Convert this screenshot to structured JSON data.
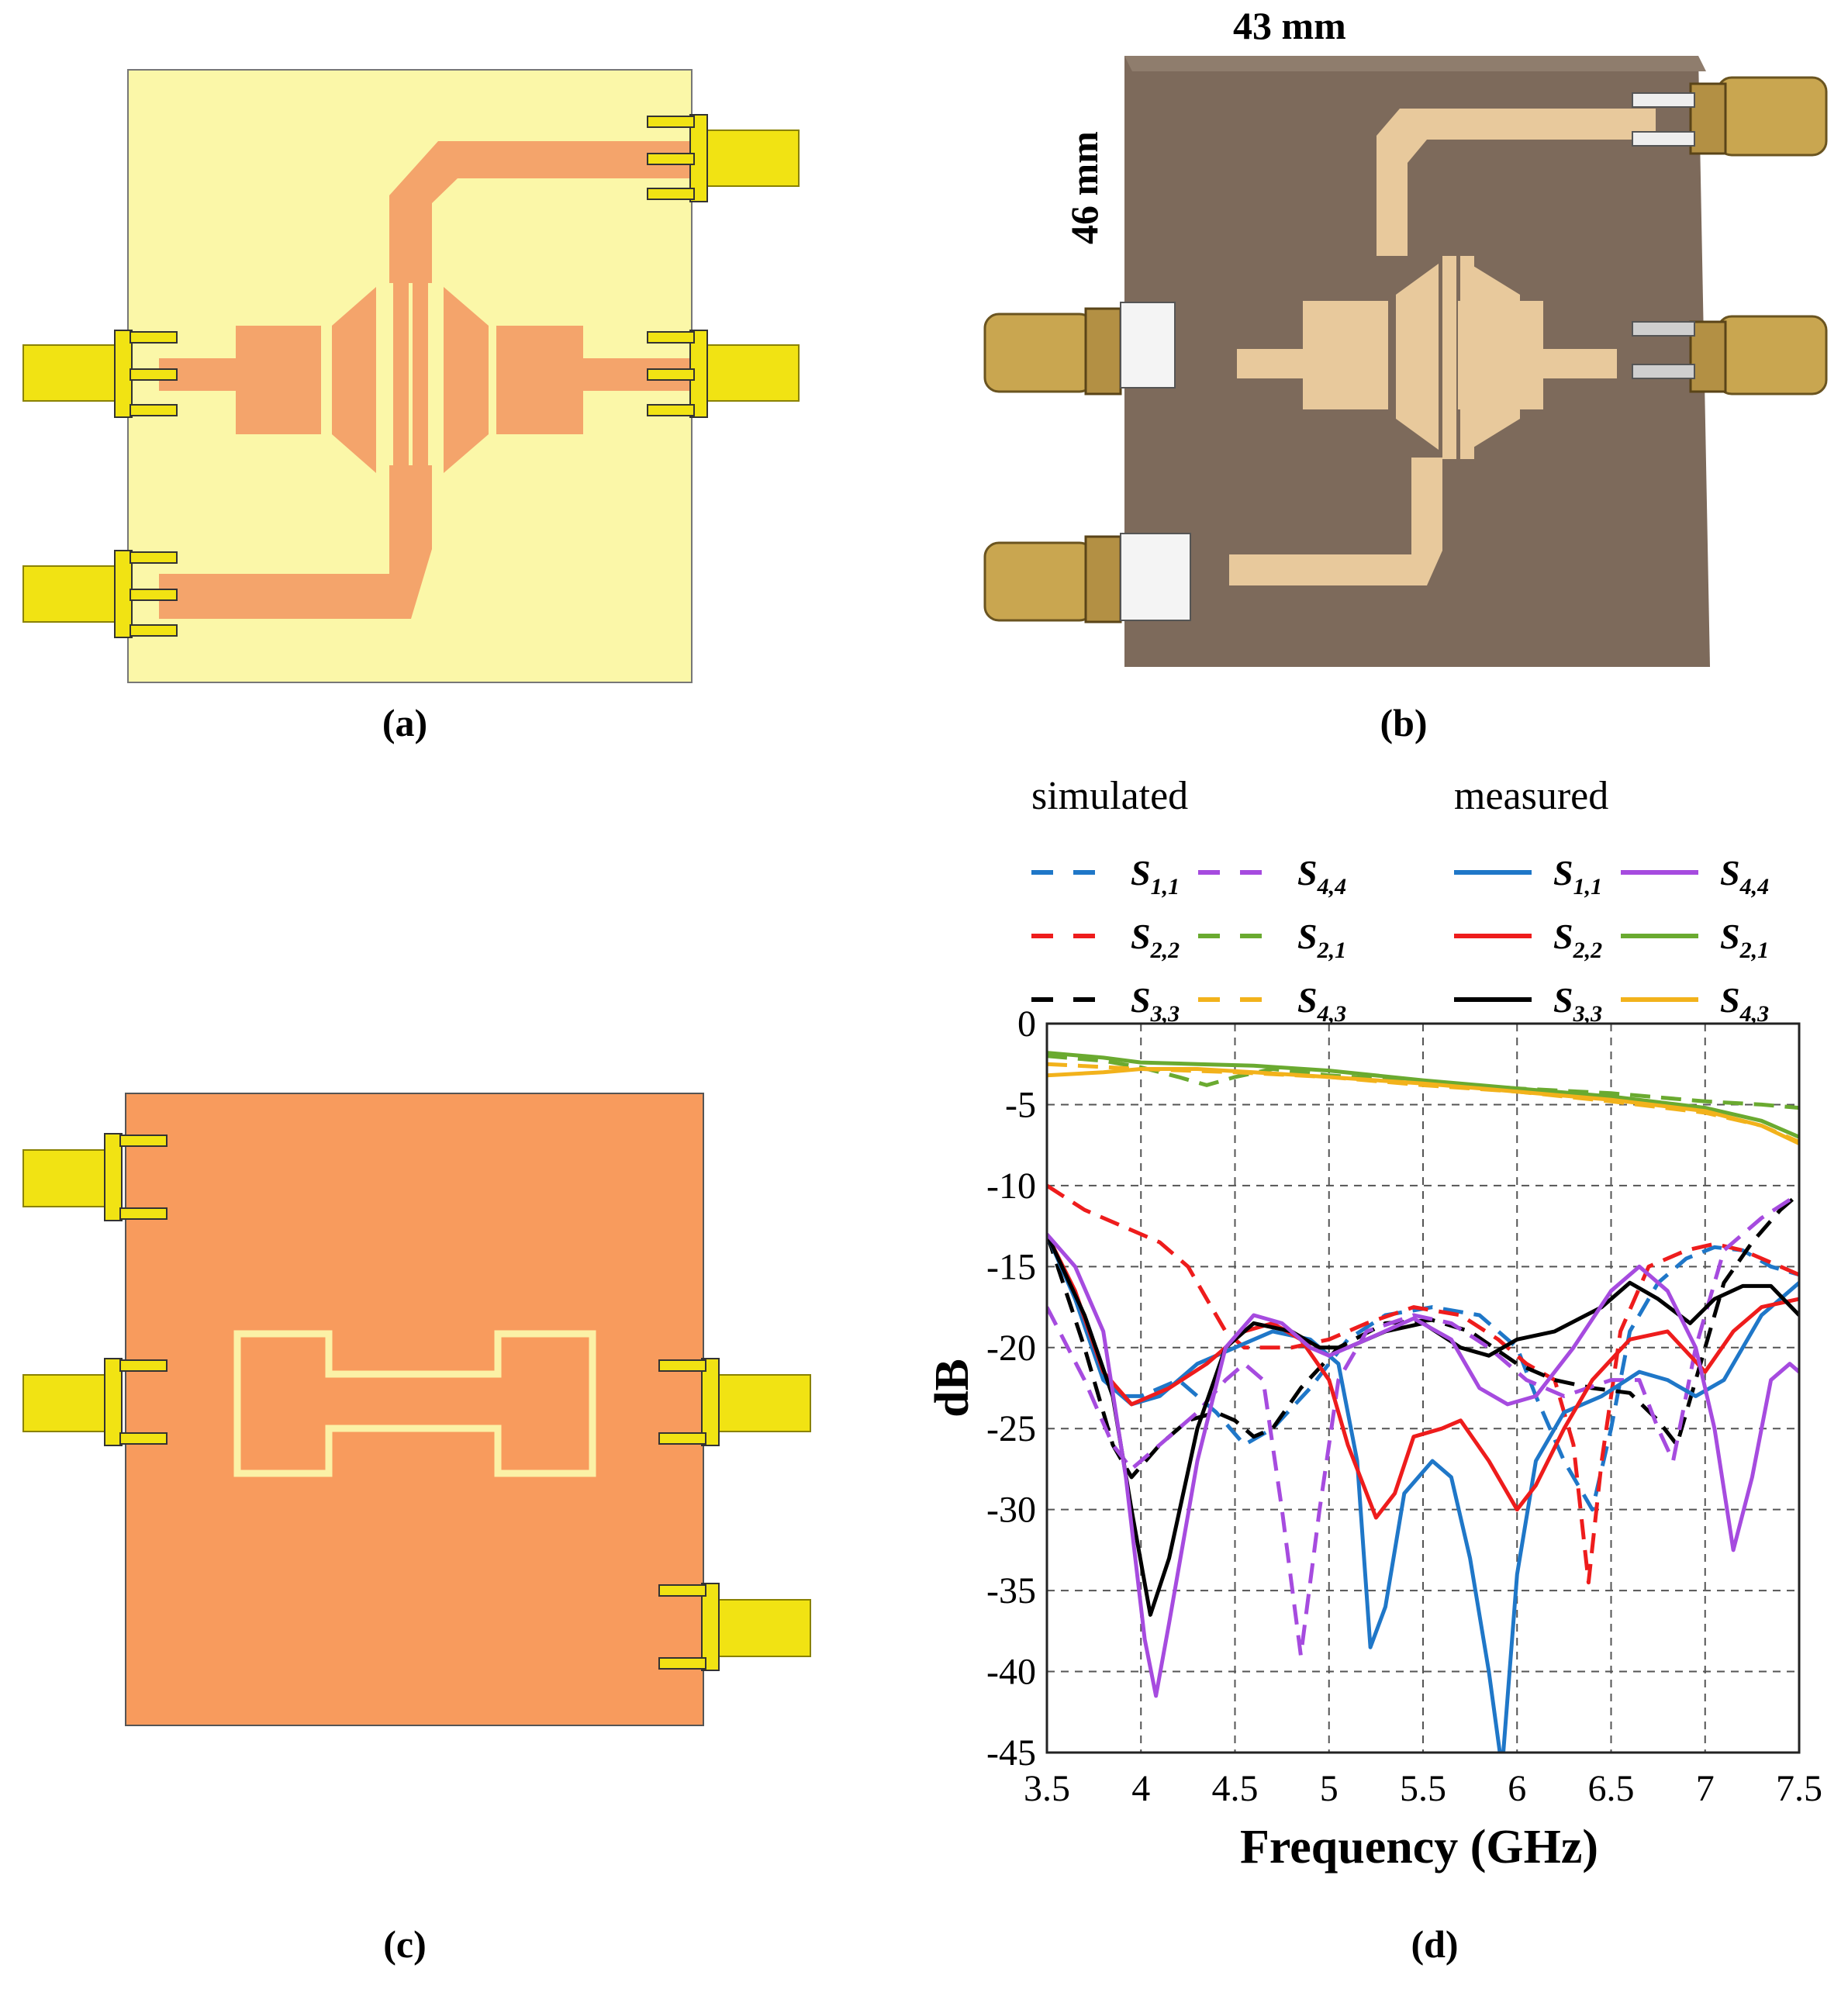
{
  "captions": {
    "a": "(a)",
    "b": "(b)",
    "c": "(c)",
    "d": "(d)"
  },
  "dimensions": {
    "width_label": "43 mm",
    "height_label": "46 mm"
  },
  "colors": {
    "substrate_top": "#fbf7a8",
    "copper": "#f4a46b",
    "connector": "#f1e313",
    "pcb_photo": "#7d6a5b",
    "trace_photo": "#e8c99c",
    "s11": "#1f77c8",
    "s22": "#ee1c1c",
    "s33": "#000000",
    "s44": "#a64bdf",
    "s21": "#6aaa30",
    "s43": "#f2b21b"
  },
  "legend": {
    "simulated_heading": "simulated",
    "measured_heading": "measured",
    "entries": [
      {
        "key": "s11",
        "main": "S",
        "sub": "1,1"
      },
      {
        "key": "s44",
        "main": "S",
        "sub": "4,4"
      },
      {
        "key": "s22",
        "main": "S",
        "sub": "2,2"
      },
      {
        "key": "s21",
        "main": "S",
        "sub": "2,1"
      },
      {
        "key": "s33",
        "main": "S",
        "sub": "3,3"
      },
      {
        "key": "s43",
        "main": "S",
        "sub": "4,3"
      }
    ]
  },
  "chart_data": {
    "type": "line",
    "xlabel": "Frequency (GHz)",
    "ylabel": "dB",
    "xlim": [
      3.5,
      7.5
    ],
    "ylim": [
      -45,
      0
    ],
    "xticks": [
      "3.5",
      "4",
      "4.5",
      "5",
      "5.5",
      "6",
      "6.5",
      "7",
      "7.5"
    ],
    "yticks": [
      "0",
      "-5",
      "-10",
      "-15",
      "-20",
      "-25",
      "-30",
      "-35",
      "-40",
      "-45"
    ],
    "grid": true,
    "series": [
      {
        "name": "S1,1",
        "key": "s11",
        "kind": "simulated",
        "points": [
          [
            3.5,
            -13
          ],
          [
            3.7,
            -18
          ],
          [
            3.85,
            -23
          ],
          [
            4.0,
            -23
          ],
          [
            4.2,
            -22
          ],
          [
            4.4,
            -24
          ],
          [
            4.55,
            -26
          ],
          [
            4.7,
            -25
          ],
          [
            4.9,
            -22.5
          ],
          [
            5.1,
            -19.5
          ],
          [
            5.3,
            -18
          ],
          [
            5.55,
            -17.5
          ],
          [
            5.8,
            -18
          ],
          [
            6.0,
            -20
          ],
          [
            6.1,
            -23
          ],
          [
            6.25,
            -27
          ],
          [
            6.4,
            -30
          ],
          [
            6.5,
            -25
          ],
          [
            6.6,
            -19
          ],
          [
            6.75,
            -16
          ],
          [
            6.9,
            -14.5
          ],
          [
            7.05,
            -13.8
          ],
          [
            7.2,
            -14
          ],
          [
            7.35,
            -15
          ],
          [
            7.5,
            -15.5
          ]
        ]
      },
      {
        "name": "S2,2",
        "key": "s22",
        "kind": "simulated",
        "points": [
          [
            3.5,
            -10
          ],
          [
            3.7,
            -11.5
          ],
          [
            3.9,
            -12.5
          ],
          [
            4.1,
            -13.5
          ],
          [
            4.25,
            -15
          ],
          [
            4.35,
            -17
          ],
          [
            4.45,
            -19
          ],
          [
            4.55,
            -20
          ],
          [
            4.65,
            -20
          ],
          [
            4.8,
            -20
          ],
          [
            5.0,
            -19.5
          ],
          [
            5.2,
            -18.5
          ],
          [
            5.45,
            -17.5
          ],
          [
            5.7,
            -18
          ],
          [
            5.9,
            -19.5
          ],
          [
            6.05,
            -21
          ],
          [
            6.2,
            -22
          ],
          [
            6.3,
            -26
          ],
          [
            6.38,
            -34.5
          ],
          [
            6.45,
            -27
          ],
          [
            6.55,
            -19
          ],
          [
            6.7,
            -15
          ],
          [
            6.9,
            -14
          ],
          [
            7.05,
            -13.6
          ],
          [
            7.2,
            -14
          ],
          [
            7.4,
            -15
          ],
          [
            7.5,
            -15.5
          ]
        ]
      },
      {
        "name": "S3,3",
        "key": "s33",
        "kind": "simulated",
        "points": [
          [
            3.5,
            -13
          ],
          [
            3.7,
            -20
          ],
          [
            3.85,
            -26
          ],
          [
            3.95,
            -28
          ],
          [
            4.1,
            -26
          ],
          [
            4.25,
            -24.5
          ],
          [
            4.4,
            -24
          ],
          [
            4.5,
            -24.5
          ],
          [
            4.6,
            -25.5
          ],
          [
            4.7,
            -25
          ],
          [
            4.85,
            -22.5
          ],
          [
            5.05,
            -20
          ],
          [
            5.3,
            -18.5
          ],
          [
            5.55,
            -18.3
          ],
          [
            5.75,
            -19
          ],
          [
            6.0,
            -21
          ],
          [
            6.2,
            -22
          ],
          [
            6.4,
            -22.5
          ],
          [
            6.6,
            -22.8
          ],
          [
            6.75,
            -24.5
          ],
          [
            6.85,
            -26
          ],
          [
            7.0,
            -20
          ],
          [
            7.1,
            -16
          ],
          [
            7.25,
            -13.5
          ],
          [
            7.4,
            -11.5
          ],
          [
            7.5,
            -10.5
          ]
        ]
      },
      {
        "name": "S4,4",
        "key": "s44",
        "kind": "simulated",
        "points": [
          [
            3.5,
            -17.5
          ],
          [
            3.7,
            -22
          ],
          [
            3.85,
            -26
          ],
          [
            3.95,
            -27.5
          ],
          [
            4.1,
            -26
          ],
          [
            4.3,
            -24
          ],
          [
            4.45,
            -22
          ],
          [
            4.55,
            -21
          ],
          [
            4.65,
            -22
          ],
          [
            4.75,
            -30
          ],
          [
            4.85,
            -39
          ],
          [
            4.95,
            -30
          ],
          [
            5.05,
            -22
          ],
          [
            5.2,
            -19
          ],
          [
            5.45,
            -18
          ],
          [
            5.65,
            -18.5
          ],
          [
            5.85,
            -20
          ],
          [
            6.05,
            -22
          ],
          [
            6.25,
            -23
          ],
          [
            6.5,
            -22
          ],
          [
            6.65,
            -22
          ],
          [
            6.75,
            -25
          ],
          [
            6.83,
            -27
          ],
          [
            6.95,
            -20
          ],
          [
            7.1,
            -14
          ],
          [
            7.3,
            -12
          ],
          [
            7.5,
            -10.5
          ]
        ]
      },
      {
        "name": "S2,1",
        "key": "s21",
        "kind": "simulated",
        "points": [
          [
            3.5,
            -2
          ],
          [
            3.8,
            -2.3
          ],
          [
            4.0,
            -2.7
          ],
          [
            4.2,
            -3.3
          ],
          [
            4.35,
            -3.8
          ],
          [
            4.5,
            -3.3
          ],
          [
            4.7,
            -2.8
          ],
          [
            5.0,
            -3.2
          ],
          [
            5.5,
            -3.6
          ],
          [
            6.0,
            -4
          ],
          [
            6.5,
            -4.3
          ],
          [
            7.0,
            -4.8
          ],
          [
            7.3,
            -5
          ],
          [
            7.5,
            -5.2
          ]
        ]
      },
      {
        "name": "S4,3",
        "key": "s43",
        "kind": "simulated",
        "points": [
          [
            3.5,
            -2.5
          ],
          [
            4.0,
            -2.8
          ],
          [
            4.5,
            -3
          ],
          [
            5.0,
            -3.3
          ],
          [
            5.5,
            -3.8
          ],
          [
            6.0,
            -4.2
          ],
          [
            6.5,
            -4.8
          ],
          [
            7.0,
            -5.5
          ],
          [
            7.3,
            -6.3
          ],
          [
            7.5,
            -7.3
          ]
        ]
      },
      {
        "name": "S1,1",
        "key": "s11",
        "kind": "measured",
        "points": [
          [
            3.5,
            -13
          ],
          [
            3.65,
            -17
          ],
          [
            3.8,
            -22
          ],
          [
            3.95,
            -23.5
          ],
          [
            4.1,
            -23
          ],
          [
            4.3,
            -21
          ],
          [
            4.5,
            -20
          ],
          [
            4.7,
            -19
          ],
          [
            4.9,
            -19.5
          ],
          [
            5.05,
            -21
          ],
          [
            5.15,
            -27
          ],
          [
            5.22,
            -38.5
          ],
          [
            5.3,
            -36
          ],
          [
            5.4,
            -29
          ],
          [
            5.55,
            -27
          ],
          [
            5.65,
            -28
          ],
          [
            5.75,
            -33
          ],
          [
            5.85,
            -40
          ],
          [
            5.92,
            -46
          ],
          [
            6.0,
            -34
          ],
          [
            6.1,
            -27
          ],
          [
            6.25,
            -24
          ],
          [
            6.45,
            -23
          ],
          [
            6.65,
            -21.5
          ],
          [
            6.8,
            -22
          ],
          [
            6.95,
            -23
          ],
          [
            7.1,
            -22
          ],
          [
            7.3,
            -18
          ],
          [
            7.5,
            -16
          ]
        ]
      },
      {
        "name": "S2,2",
        "key": "s22",
        "kind": "measured",
        "points": [
          [
            3.5,
            -13
          ],
          [
            3.65,
            -16.5
          ],
          [
            3.8,
            -21.5
          ],
          [
            3.95,
            -23.5
          ],
          [
            4.15,
            -22.5
          ],
          [
            4.35,
            -21
          ],
          [
            4.55,
            -19
          ],
          [
            4.7,
            -18.5
          ],
          [
            4.85,
            -19.5
          ],
          [
            5.0,
            -22
          ],
          [
            5.1,
            -26
          ],
          [
            5.25,
            -30.5
          ],
          [
            5.35,
            -29
          ],
          [
            5.45,
            -25.5
          ],
          [
            5.6,
            -25
          ],
          [
            5.7,
            -24.5
          ],
          [
            5.85,
            -27
          ],
          [
            6.0,
            -30
          ],
          [
            6.1,
            -28.5
          ],
          [
            6.25,
            -25
          ],
          [
            6.4,
            -22
          ],
          [
            6.6,
            -19.5
          ],
          [
            6.8,
            -19
          ],
          [
            7.0,
            -21.5
          ],
          [
            7.15,
            -19
          ],
          [
            7.3,
            -17.5
          ],
          [
            7.5,
            -17
          ]
        ]
      },
      {
        "name": "S3,3",
        "key": "s33",
        "kind": "measured",
        "points": [
          [
            3.5,
            -13
          ],
          [
            3.7,
            -18
          ],
          [
            3.85,
            -23
          ],
          [
            3.95,
            -30
          ],
          [
            4.05,
            -36.5
          ],
          [
            4.15,
            -33
          ],
          [
            4.3,
            -25
          ],
          [
            4.45,
            -20
          ],
          [
            4.6,
            -18.5
          ],
          [
            4.8,
            -19
          ],
          [
            4.95,
            -20
          ],
          [
            5.1,
            -20
          ],
          [
            5.3,
            -19
          ],
          [
            5.5,
            -18.5
          ],
          [
            5.7,
            -20
          ],
          [
            5.85,
            -20.5
          ],
          [
            6.0,
            -19.5
          ],
          [
            6.2,
            -19
          ],
          [
            6.45,
            -17.5
          ],
          [
            6.6,
            -16
          ],
          [
            6.75,
            -17
          ],
          [
            6.92,
            -18.5
          ],
          [
            7.05,
            -17
          ],
          [
            7.2,
            -16.2
          ],
          [
            7.35,
            -16.2
          ],
          [
            7.5,
            -18
          ]
        ]
      },
      {
        "name": "S4,4",
        "key": "s44",
        "kind": "measured",
        "points": [
          [
            3.5,
            -13
          ],
          [
            3.65,
            -15
          ],
          [
            3.8,
            -19
          ],
          [
            3.92,
            -28
          ],
          [
            4.02,
            -38
          ],
          [
            4.08,
            -41.5
          ],
          [
            4.15,
            -37
          ],
          [
            4.3,
            -27
          ],
          [
            4.45,
            -20
          ],
          [
            4.6,
            -18
          ],
          [
            4.75,
            -18.5
          ],
          [
            4.9,
            -20
          ],
          [
            5.0,
            -20.5
          ],
          [
            5.2,
            -19.5
          ],
          [
            5.45,
            -18.2
          ],
          [
            5.65,
            -19.5
          ],
          [
            5.8,
            -22.5
          ],
          [
            5.95,
            -23.5
          ],
          [
            6.1,
            -23
          ],
          [
            6.3,
            -20
          ],
          [
            6.5,
            -16.5
          ],
          [
            6.65,
            -15
          ],
          [
            6.8,
            -16.5
          ],
          [
            6.95,
            -20
          ],
          [
            7.05,
            -25
          ],
          [
            7.15,
            -32.5
          ],
          [
            7.25,
            -28
          ],
          [
            7.35,
            -22
          ],
          [
            7.45,
            -21
          ],
          [
            7.5,
            -21.5
          ]
        ]
      },
      {
        "name": "S2,1",
        "key": "s21",
        "kind": "measured",
        "points": [
          [
            3.5,
            -1.8
          ],
          [
            3.8,
            -2.1
          ],
          [
            4.0,
            -2.4
          ],
          [
            4.3,
            -2.5
          ],
          [
            4.6,
            -2.6
          ],
          [
            5.0,
            -2.9
          ],
          [
            5.5,
            -3.5
          ],
          [
            6.0,
            -4
          ],
          [
            6.5,
            -4.5
          ],
          [
            7.0,
            -5.2
          ],
          [
            7.3,
            -6
          ],
          [
            7.5,
            -7
          ]
        ]
      },
      {
        "name": "S4,3",
        "key": "s43",
        "kind": "measured",
        "points": [
          [
            3.5,
            -3.2
          ],
          [
            3.8,
            -3
          ],
          [
            4.0,
            -2.8
          ],
          [
            4.3,
            -2.8
          ],
          [
            4.6,
            -3
          ],
          [
            5.0,
            -3.3
          ],
          [
            5.5,
            -3.7
          ],
          [
            6.0,
            -4.2
          ],
          [
            6.5,
            -4.7
          ],
          [
            7.0,
            -5.4
          ],
          [
            7.3,
            -6.3
          ],
          [
            7.5,
            -7.4
          ]
        ]
      }
    ]
  }
}
